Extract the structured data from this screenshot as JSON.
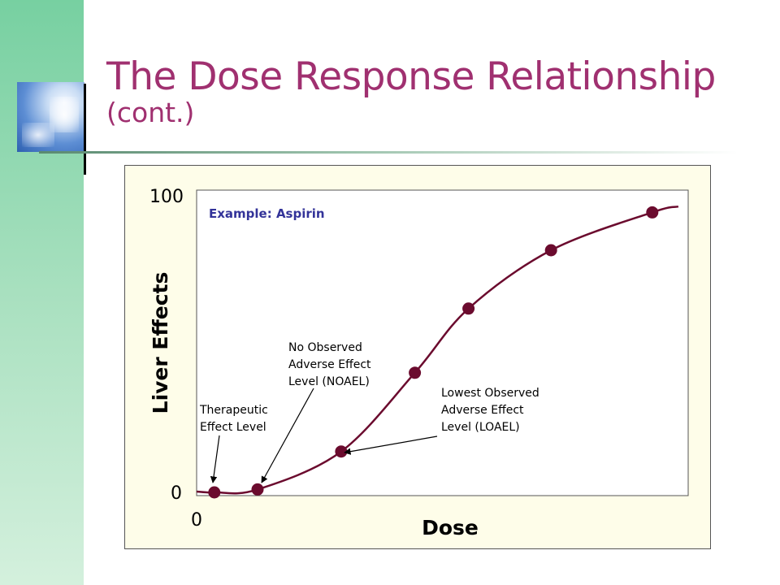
{
  "slide": {
    "title": "The Dose Response Relationship",
    "subtitle": "(cont.)"
  },
  "colors": {
    "title": "#a03070",
    "curve": "#6b0b2e",
    "annotation_header": "#333399",
    "chart_background": "#fefde9",
    "sidebar": "#77d0a1"
  },
  "icons": {
    "slide_image": "sky-clouds-photo"
  },
  "chart_data": {
    "type": "line",
    "title": "",
    "xlabel": "Dose",
    "ylabel": "Liver Effects",
    "ylim": [
      0,
      100
    ],
    "y_ticks": [
      "0",
      "100"
    ],
    "x_ticks": [
      "0"
    ],
    "grid": false,
    "header_note": "Example: Aspirin",
    "series": [
      {
        "x": [
          3.6,
          12.4,
          29.4,
          44.4,
          55.3,
          72.1,
          92.7
        ],
        "y": [
          0,
          1,
          14,
          41,
          63,
          83,
          96
        ]
      }
    ],
    "annotations": [
      {
        "label_lines": [
          "Therapeutic",
          "Effect Level"
        ],
        "point_index": 0
      },
      {
        "label_lines": [
          "No Observed",
          "Adverse Effect",
          "Level (NOAEL)"
        ],
        "point_index": 1
      },
      {
        "label_lines": [
          "Lowest Observed",
          "Adverse Effect",
          "Level (LOAEL)"
        ],
        "point_index": 2
      }
    ]
  }
}
